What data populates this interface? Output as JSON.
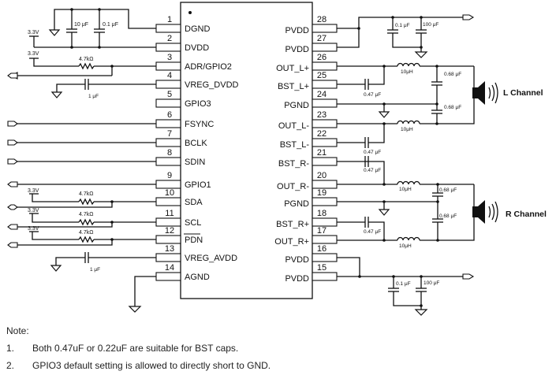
{
  "chip": {
    "left_pins": [
      {
        "num": "1",
        "label": "DGND"
      },
      {
        "num": "2",
        "label": "DVDD"
      },
      {
        "num": "3",
        "label": "ADR/GPIO2"
      },
      {
        "num": "4",
        "label": "VREG_DVDD"
      },
      {
        "num": "5",
        "label": "GPIO3"
      },
      {
        "num": "6",
        "label": "FSYNC"
      },
      {
        "num": "7",
        "label": "BCLK"
      },
      {
        "num": "8",
        "label": "SDIN"
      },
      {
        "num": "9",
        "label": "GPIO1"
      },
      {
        "num": "10",
        "label": "SDA"
      },
      {
        "num": "11",
        "label": "SCL"
      },
      {
        "num": "12",
        "label": "PDN"
      },
      {
        "num": "13",
        "label": "VREG_AVDD"
      },
      {
        "num": "14",
        "label": "AGND"
      }
    ],
    "right_pins": [
      {
        "num": "28",
        "label": "PVDD"
      },
      {
        "num": "27",
        "label": "PVDD"
      },
      {
        "num": "26",
        "label": "OUT_L+"
      },
      {
        "num": "25",
        "label": "BST_L+"
      },
      {
        "num": "24",
        "label": "PGND"
      },
      {
        "num": "23",
        "label": "OUT_L-"
      },
      {
        "num": "22",
        "label": "BST_L-"
      },
      {
        "num": "21",
        "label": "BST_R-"
      },
      {
        "num": "20",
        "label": "OUT_R-"
      },
      {
        "num": "19",
        "label": "PGND"
      },
      {
        "num": "18",
        "label": "BST_R+"
      },
      {
        "num": "17",
        "label": "OUT_R+"
      },
      {
        "num": "16",
        "label": "PVDD"
      },
      {
        "num": "15",
        "label": "PVDD"
      }
    ]
  },
  "components": {
    "supply_label": "3.3V",
    "dvdd_cap1": "10 μF",
    "dvdd_cap2": "0.1 μF",
    "pullup_res": "4.7kΩ",
    "vreg_dvdd_cap": "1 μF",
    "vreg_avdd_cap": "1 μF",
    "pvdd_cap_small": "0.1 μF",
    "pvdd_cap_large": "100 μF",
    "bst_cap": "0.47 μF",
    "inductor": "10μH",
    "filter_cap_l": "0.68 μF",
    "filter_cap_r": "0.68 μF"
  },
  "channels": {
    "left": "L Channel",
    "right": "R Channel"
  },
  "notes": {
    "title": "Note:",
    "items": [
      {
        "num": "1.",
        "text": "Both 0.47uF or 0.22uF are suitable for BST caps."
      },
      {
        "num": "2.",
        "text": "GPIO3 default setting is allowed to directly short to GND."
      }
    ]
  }
}
